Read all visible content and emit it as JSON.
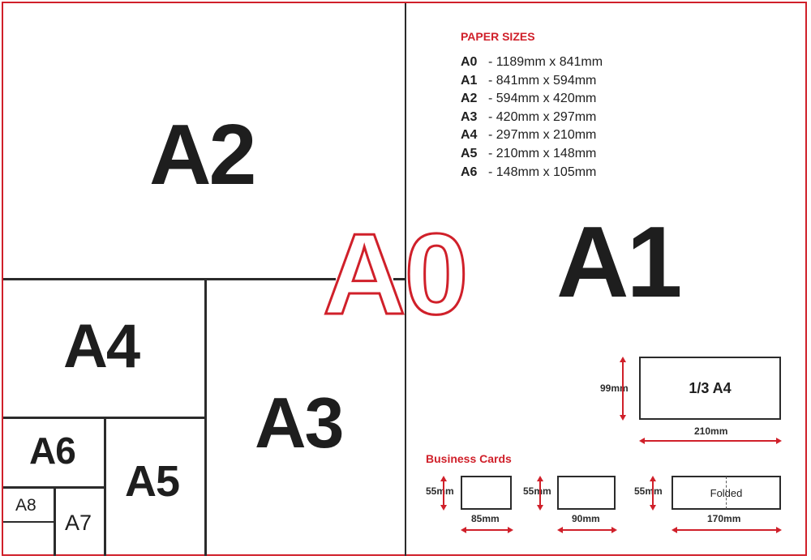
{
  "sheet_labels": {
    "a0": "A0",
    "a1": "A1",
    "a2": "A2",
    "a3": "A3",
    "a4": "A4",
    "a5": "A5",
    "a6": "A6",
    "a7": "A7",
    "a8": "A8"
  },
  "legend": {
    "title": "PAPER SIZES",
    "items": [
      {
        "size": "A0",
        "dims": "- 1189mm x 841mm"
      },
      {
        "size": "A1",
        "dims": "- 841mm x 594mm"
      },
      {
        "size": "A2",
        "dims": "- 594mm x 420mm"
      },
      {
        "size": "A3",
        "dims": "- 420mm x 297mm"
      },
      {
        "size": "A4",
        "dims": "- 297mm x 210mm"
      },
      {
        "size": "A5",
        "dims": "- 210mm x 148mm"
      },
      {
        "size": "A6",
        "dims": "- 148mm x 105mm"
      }
    ]
  },
  "third_a4": {
    "label": "1/3 A4",
    "height": "99mm",
    "width": "210mm"
  },
  "business_cards": {
    "title": "Business Cards",
    "cards": [
      {
        "height": "55mm",
        "width": "85mm",
        "label": ""
      },
      {
        "height": "55mm",
        "width": "90mm",
        "label": ""
      },
      {
        "height": "55mm",
        "width": "170mm",
        "label": "Folded"
      }
    ]
  },
  "colors": {
    "accent": "#d0202a",
    "ink": "#1e1e1e",
    "line": "#2b2b2b"
  }
}
